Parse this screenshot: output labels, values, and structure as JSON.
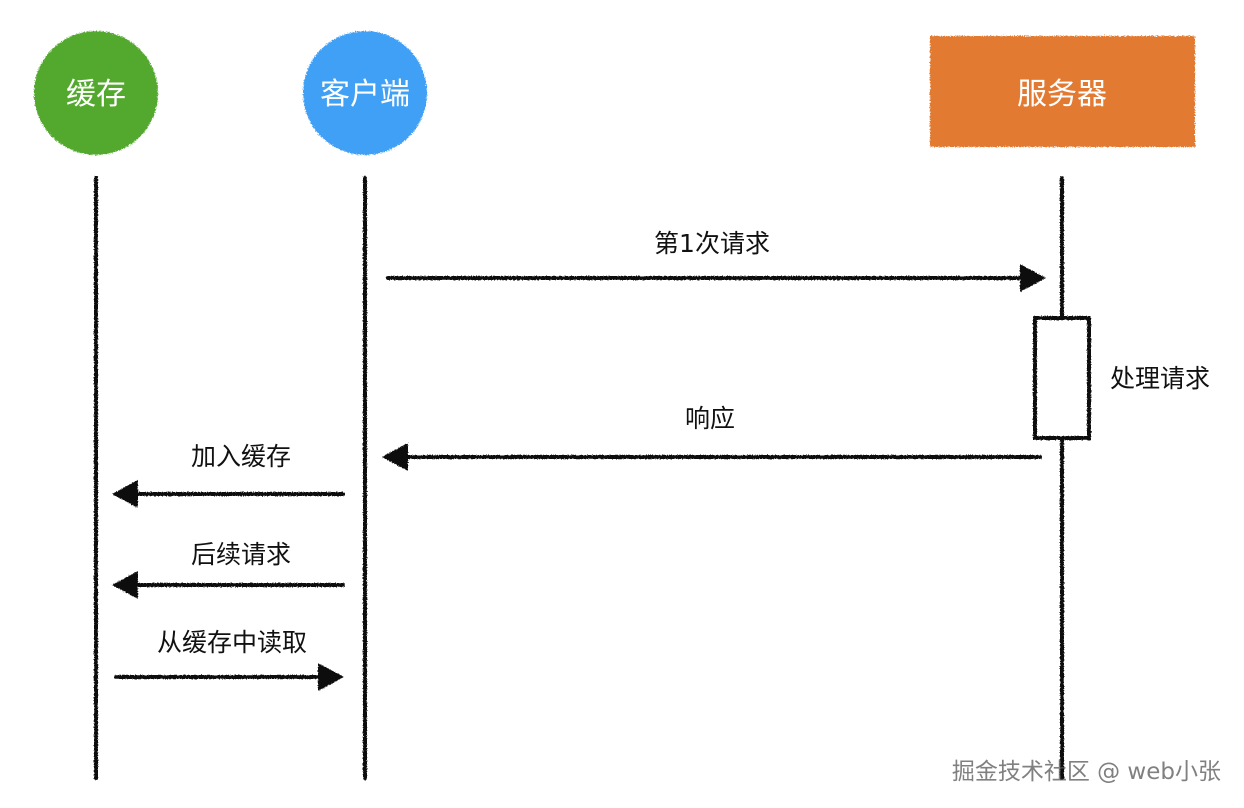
{
  "participants": {
    "cache": {
      "label": "缓存",
      "color": "#52a82e",
      "shape": "circle"
    },
    "client": {
      "label": "客户端",
      "color": "#40a0f5",
      "shape": "circle"
    },
    "server": {
      "label": "服务器",
      "color": "#e27a30",
      "shape": "rectangle"
    }
  },
  "messages": [
    {
      "label": "第1次请求",
      "from": "client",
      "to": "server"
    },
    {
      "label": "响应",
      "from": "server",
      "to": "client"
    },
    {
      "label": "加入缓存",
      "from": "client",
      "to": "cache"
    },
    {
      "label": "后续请求",
      "from": "client",
      "to": "cache"
    },
    {
      "label": "从缓存中读取",
      "from": "cache",
      "to": "client"
    }
  ],
  "activation": {
    "label": "处理请求",
    "on": "server"
  },
  "watermark": "掘金技术社区 @ web小张",
  "colors": {
    "lines": "#111111",
    "arrows": "#111111",
    "activation_fill": "#ffffff"
  }
}
